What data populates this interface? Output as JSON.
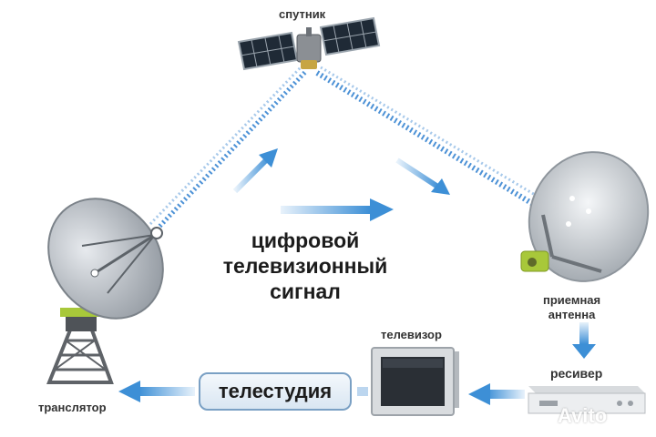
{
  "labels": {
    "satellite": "спутник",
    "center_line1": "цифровой",
    "center_line2": "телевизионный",
    "center_line3": "сигнал",
    "receiving_antenna_line1": "приемная",
    "receiving_antenna_line2": "антенна",
    "tv": "телевизор",
    "receiver": "ресивер",
    "studio": "телестудия",
    "transmitter": "транслятор"
  },
  "watermark": "Avito",
  "colors": {
    "arrow_blue": "#3d8fd6",
    "signal_blue": "#2f7fd0",
    "dish_gray": "#b9bec4",
    "box_border": "#7aa0c4"
  }
}
